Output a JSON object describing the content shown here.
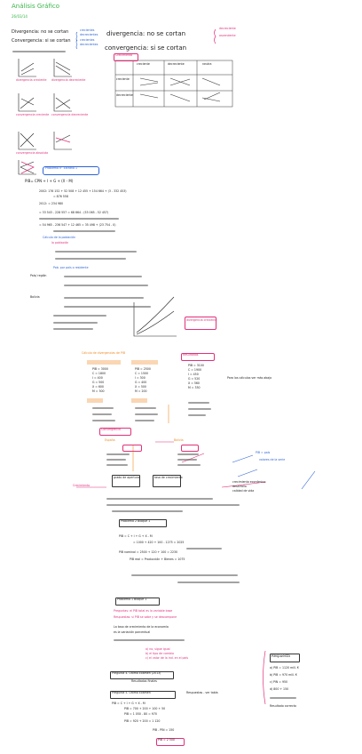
{
  "header": {
    "title": "Análisis Gráfico",
    "date": "26/03/14"
  },
  "intro": {
    "line1": "Divergencia: no se cortan",
    "line1_notes": [
      "crecientes",
      "decrecientes"
    ],
    "line2": "Convergencia: si se cortan",
    "line2_notes": [
      "crecientes",
      "decrecientes"
    ],
    "big_div": "divergencia: no se cortan",
    "big_div_notes": [
      "decreciente",
      "ascendente"
    ],
    "big_conv": "convergencia: si se cortan"
  },
  "mini_charts": [
    {
      "label": "divergencia creciente",
      "color": "pink"
    },
    {
      "label": "divergencia decreciente",
      "color": "pink"
    },
    {
      "label": "convergencia creciente",
      "color": "pink"
    },
    {
      "label": "convergencia decreciente",
      "color": "pink"
    },
    {
      "label": "convergencia absoluta",
      "color": "pink"
    }
  ],
  "table": {
    "corner": "Crecimiento",
    "headers": [
      "creciente",
      "decreciente",
      "neutra"
    ],
    "rows": [
      "creciente",
      "decreciente"
    ]
  },
  "problem1": {
    "title": "Problema n° Extraño 1",
    "formula": "PIB= CPN + I + G + (X - M)",
    "lines": [
      "2002: 176 152 + 52 508 + 12 455 + 154 664 + (3 - 332 453)",
      "= 876 558",
      "2012: = 234 980",
      "= 33 543 - 228 557 = 68 664 - (53 065 - 52 457)",
      "= 54 965 - 236 547 + 12 465 = 35 498 + (23 754 - 0)"
    ],
    "sub1": "Cálculo de la población",
    "sub2": "la población",
    "calc_labels": [
      "Pob. por país o residente",
      "País/ región",
      "Bolivia"
    ],
    "chart_label": "divergencia creciente"
  },
  "section_data": {
    "title_left": "Cálculo de divergencias de PIB",
    "title_right": "Resultados",
    "col1": [
      "PIB = 3000",
      "C = 1800",
      "I = 400",
      "G = 500",
      "X = 600",
      "M = 300"
    ],
    "col2": [
      "PIB = 2500",
      "C = 1500",
      "I = 300",
      "G = 400",
      "X = 500",
      "M = 200"
    ],
    "col3": [
      "PIB = 3100",
      "C = 1900",
      "I = 450",
      "G = 520",
      "X = 560",
      "M = 330"
    ],
    "note": "Para los cálculos ver más abajo"
  },
  "section_conv": {
    "title": "Convergencia",
    "left_title": "España",
    "right_title": "Bolivia",
    "notes": [
      "PIB = país",
      "valores de la serie"
    ]
  },
  "growth": {
    "label": "Crecimiento",
    "left": "grado de apertura",
    "mid": "tasa de crecimiento",
    "right_notes": [
      "crecimiento económico",
      "desarrollo",
      "calidad de vida"
    ]
  },
  "problem2": {
    "title": "Problema 2 Bloque 1",
    "lines": [
      "PIB = C + I + G + X - M",
      "= 1000 + 420 + 100 - 1275 = 2025",
      "PIB nominal = 2500 + 120 + 100 = 2230",
      "PIB real = Producción + Bienes = 1075"
    ]
  },
  "problem3": {
    "title": "Problema 1 Bloque 1",
    "lines": [
      "Preguntas: el PIB total es la variable base",
      "Respuestas: si PIB se sabe y se descompone",
      "La tasa de crecimiento de la economía",
      "es la variación porcentual"
    ],
    "notes": [
      "a) no, sigue igual",
      "b) el tipo de cambio",
      "c) el valor de la ind. en el país"
    ]
  },
  "problem4": {
    "title": "Pregunta 4. Último Examen (2013)",
    "sub": "Resultados finales",
    "title2": "Pregunta 5. Último Examen",
    "note2": "Respuestas - ver tabla",
    "lines": [
      "PIB = C + I + G + X - M",
      "PIB = 700 + 200 + 100 + 50",
      "PIB = 1 050 - 80 = 970",
      "PIB = 920 + 200 = 1 120",
      "PIB - PIN = 150",
      "PIB = 2 500"
    ],
    "right_title": "Respuesta",
    "right_lines": [
      "a) PIB = 1120 mill. €",
      "b) PIB = 970 mill. €",
      "c) PIN = 950",
      "d) 800 + 150"
    ],
    "final": "Resultado correcto"
  },
  "colors": {
    "green": "#3bb54a",
    "blue": "#2c63d6",
    "pink": "#e0307a",
    "red": "#d8262e",
    "orange": "#f08a24"
  }
}
